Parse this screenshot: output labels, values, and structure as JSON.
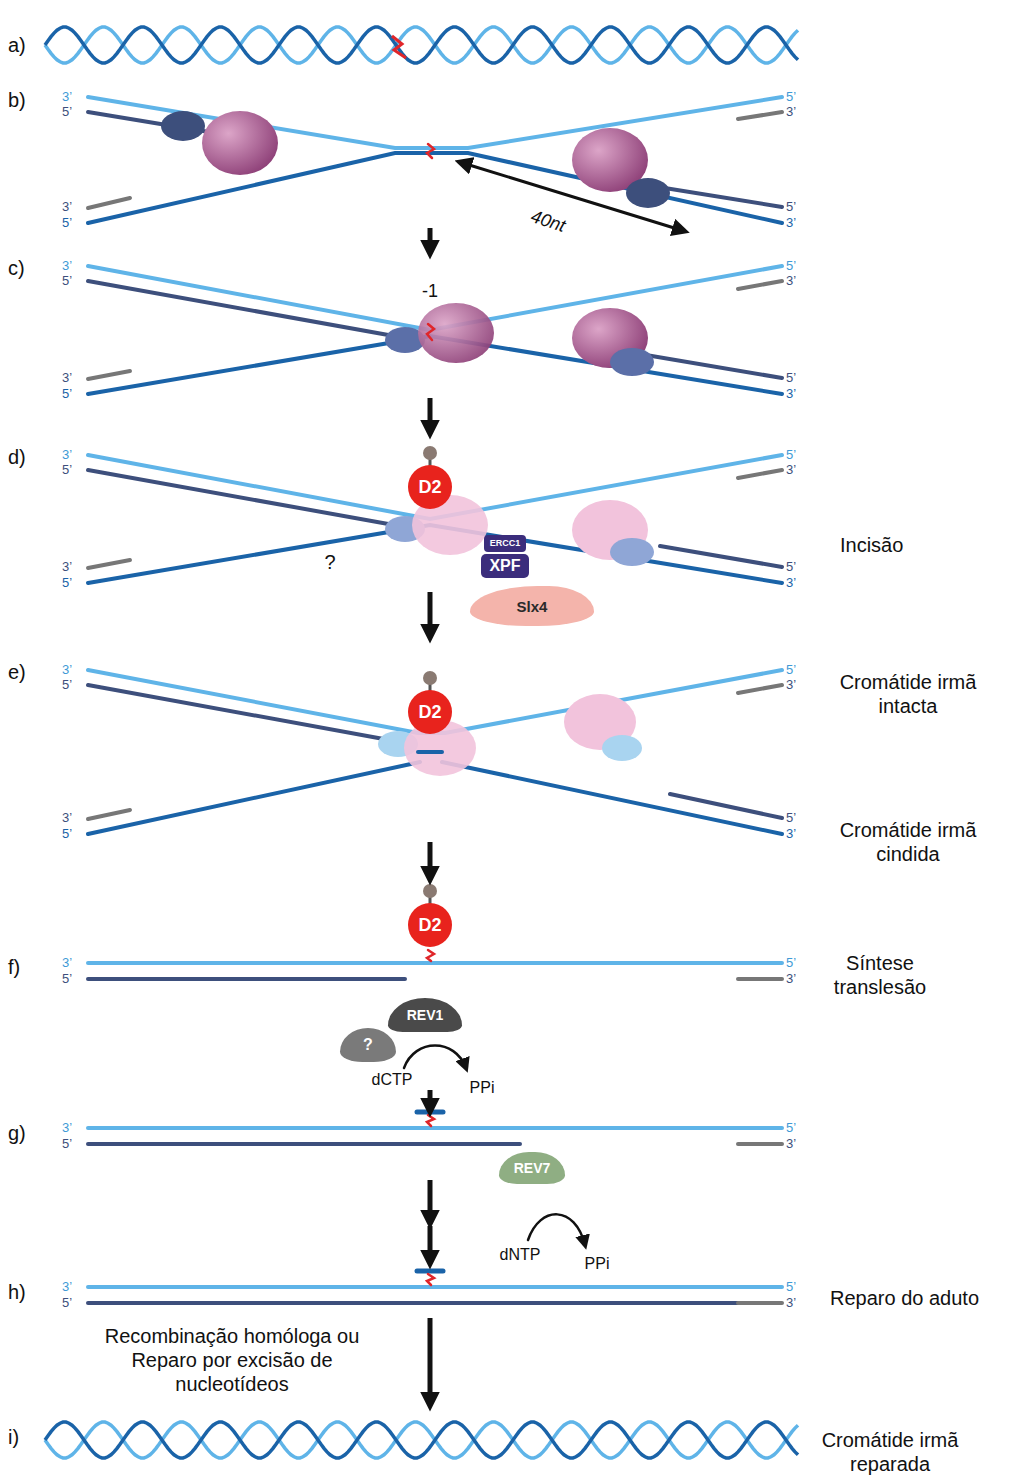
{
  "diagram": {
    "nodes": [
      {
        "text": [
          "D2"
        ]
      },
      {
        "text": [
          "ERCC1"
        ]
      },
      {
        "text": [
          "XPF"
        ]
      },
      {
        "text": [
          "Slx4"
        ]
      },
      {
        "text": [
          "D2"
        ]
      },
      {
        "text": [
          "D2"
        ]
      },
      {
        "text": [
          "?"
        ]
      },
      {
        "text": [
          "REV1"
        ]
      },
      {
        "text": [
          "REV7"
        ]
      }
    ],
    "labels": [
      "a)",
      "b)",
      "3’",
      "5’",
      "3’",
      "5’",
      "5’",
      "3’",
      "5’",
      "3’",
      "40nt",
      "c)",
      "3’",
      "5’",
      "3’",
      "5’",
      "5’",
      "3’",
      "5’",
      "3’",
      "-1",
      "d)",
      "3’",
      "5’",
      "3’",
      "5’",
      "5’",
      "3’",
      "5’",
      "3’",
      "?",
      "Incisão",
      "e)",
      "3’",
      "5’",
      "3’",
      "5’",
      "5’",
      "3’",
      "5’",
      "3’",
      "Cromátide irmã intacta",
      "Cromátide irmã cindida",
      "f)",
      "3’",
      "5’",
      "5’",
      "3’",
      "Síntese translesão",
      "dCTP",
      "PPi",
      "g)",
      "3’",
      "5’",
      "5’",
      "3’",
      "dNTP",
      "PPi",
      "h)",
      "3’",
      "5’",
      "5’",
      "3’",
      "Reparo do aduto",
      "Recombinação homóloga ou Reparo por excisão de nucleotídeos",
      "i)",
      "Cromátide irmã reparada"
    ]
  }
}
